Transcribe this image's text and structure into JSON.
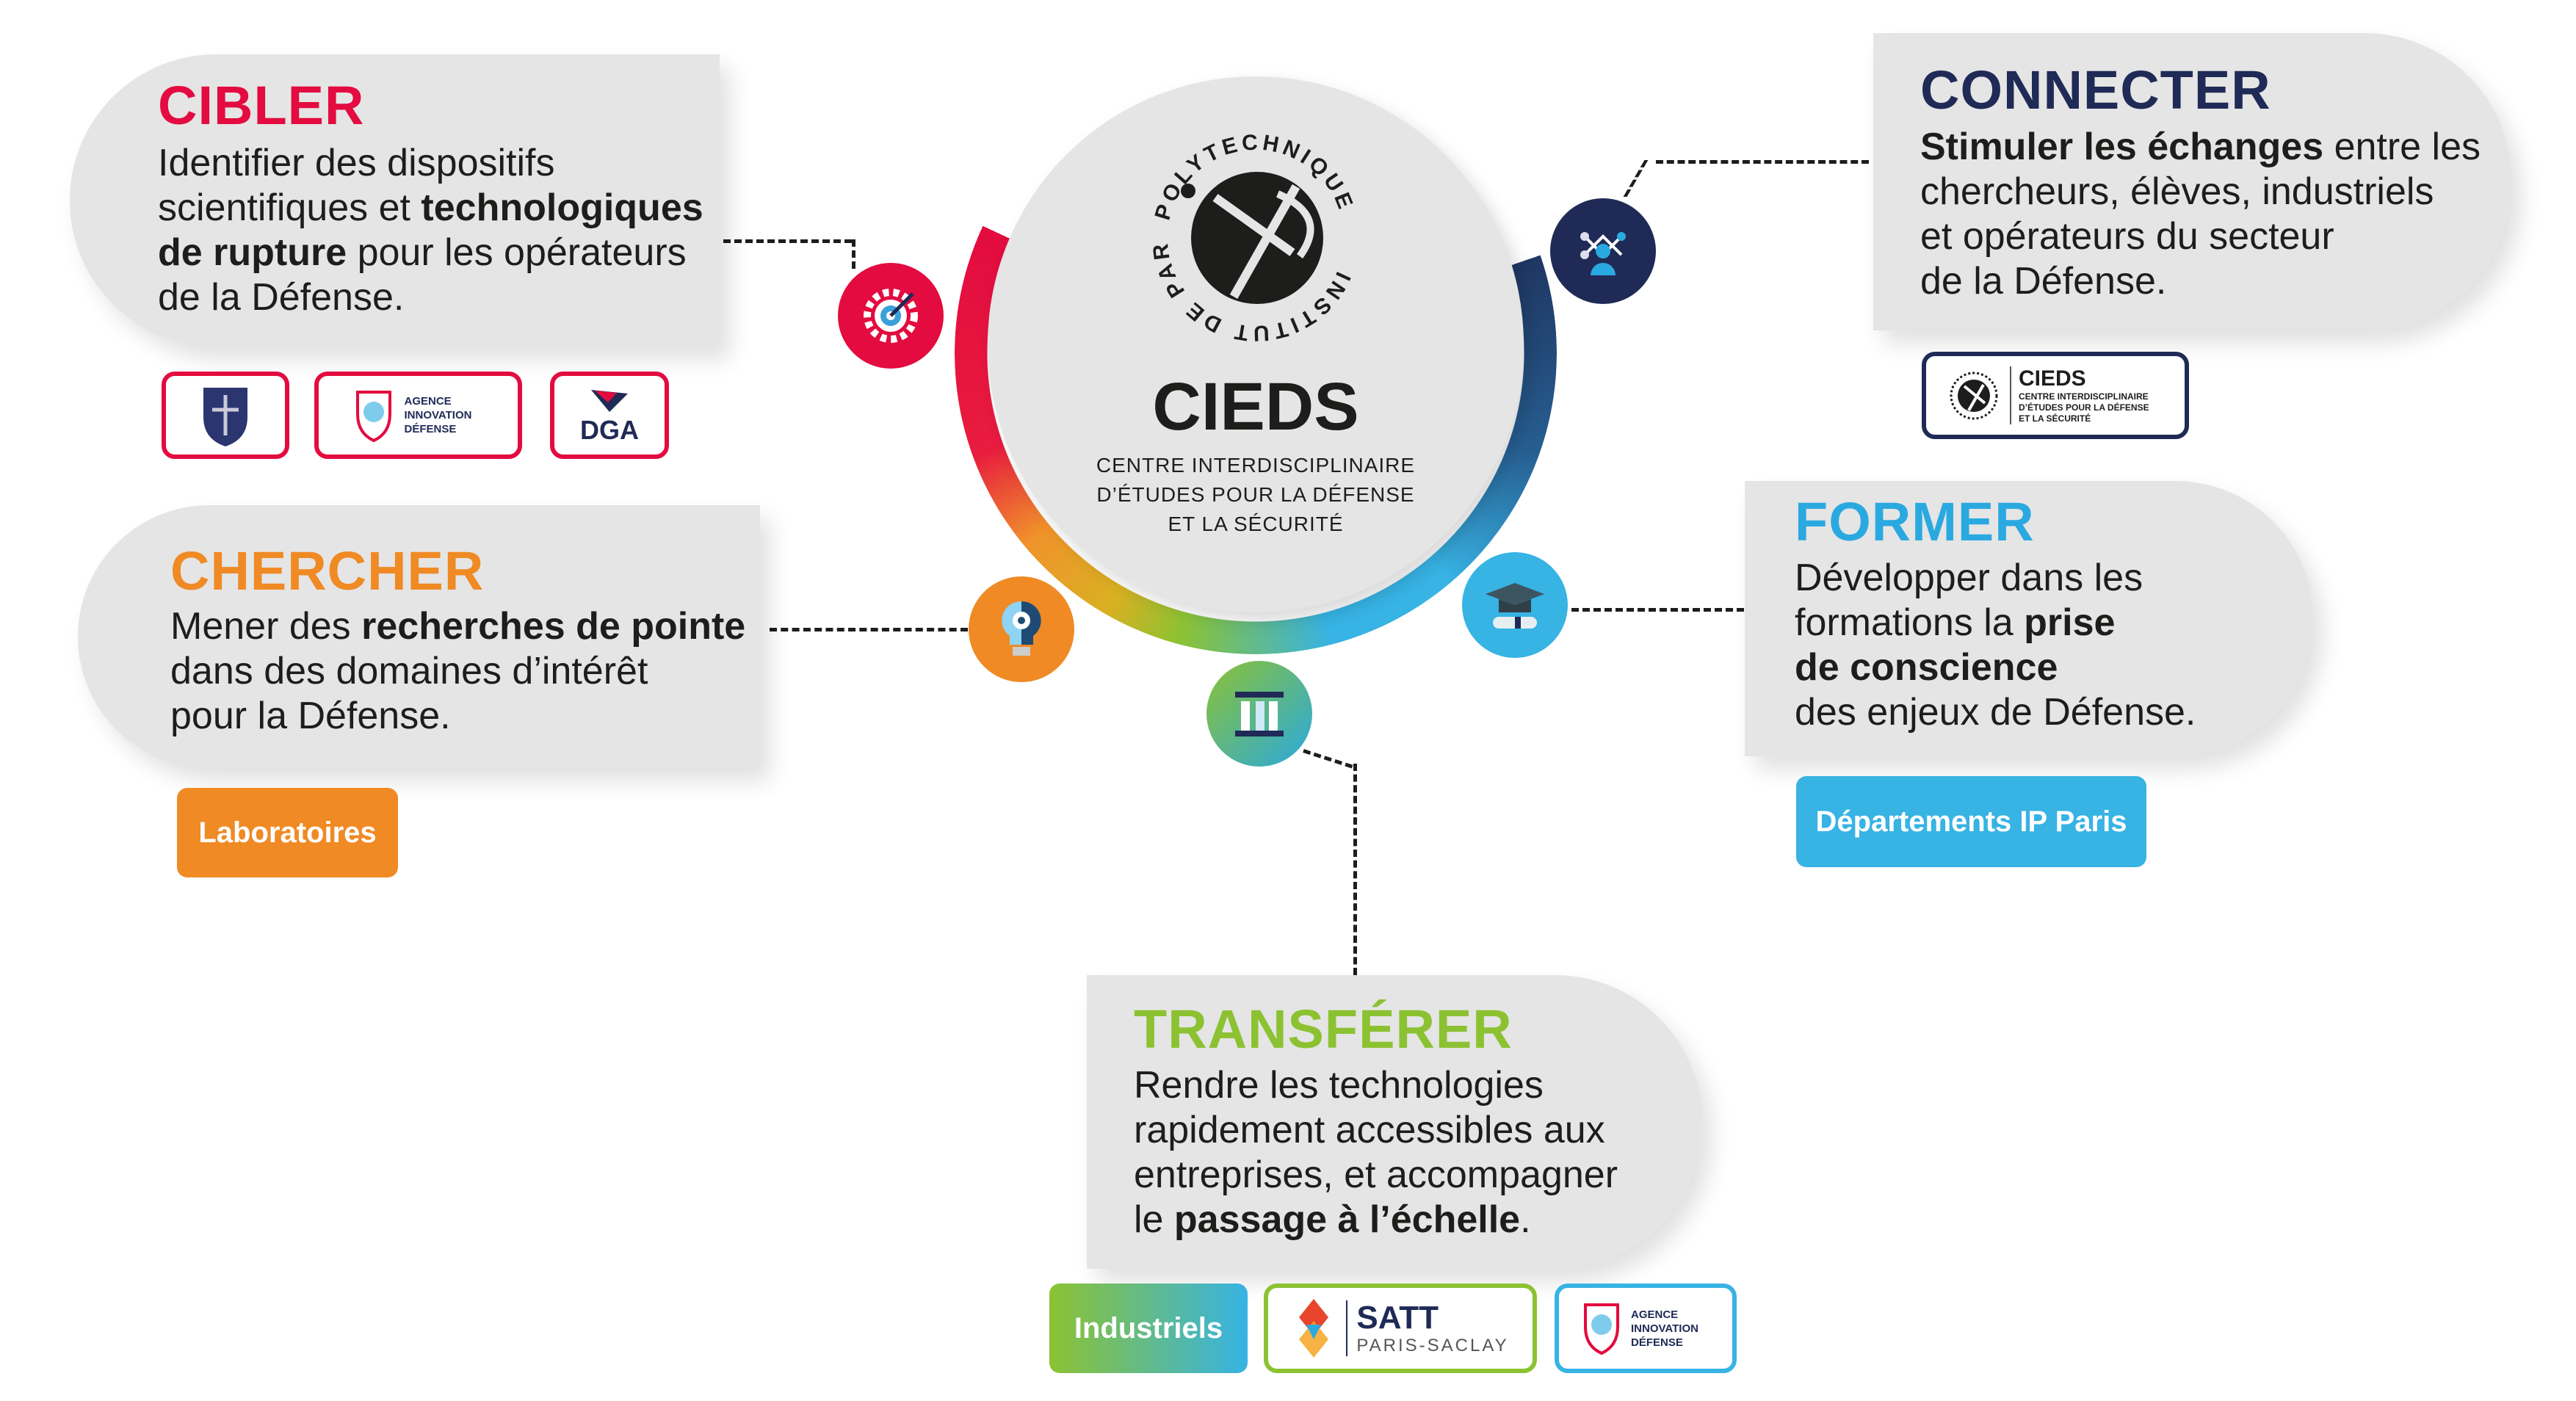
{
  "center": {
    "logo_text": "INSTITUT POLYTECHNIQUE DE PARIS",
    "title": "CIEDS",
    "subtitle_lines": [
      "CENTRE INTERDISCIPLINAIRE",
      "D’ÉTUDES POUR LA DÉFENSE",
      "ET LA SÉCURITÉ"
    ]
  },
  "cibler": {
    "title": "CIBLER",
    "color": "#e30b3f",
    "body": [
      [
        "Identifier des dispositifs",
        ""
      ],
      [
        "scientifiques et ",
        "technologiques"
      ],
      [
        "",
        "de rupture",
        " pour les opérateurs"
      ],
      [
        "de la Défense.",
        ""
      ]
    ],
    "logos": [
      "Ministère des Armées",
      "AGENCE INNOVATION DÉFENSE",
      "DGA"
    ]
  },
  "chercher": {
    "title": "CHERCHER",
    "color": "#f08a24",
    "button": "Laboratoires"
  },
  "connecter": {
    "title": "CONNECTER",
    "color": "#1f2a56",
    "logo": {
      "title": "CIEDS",
      "lines": [
        "CENTRE INTERDISCIPLINAIRE",
        "D’ÉTUDES POUR LA DÉFENSE",
        "ET LA SÉCURITÉ"
      ]
    }
  },
  "former": {
    "title": "FORMER",
    "color": "#2aa9e0",
    "button": "Départements IP Paris"
  },
  "transferer": {
    "title": "TRANSFÉRER",
    "color": "#8cc232",
    "buttons": {
      "industriels": "Industriels",
      "satt": "SATT",
      "satt_sub": "PARIS-SACLAY",
      "aid": "AGENCE INNOVATION DÉFENSE"
    }
  },
  "texts": {
    "cibler_1": "Identifier des dispositifs",
    "cibler_2a": "scientifiques et ",
    "cibler_2b": "technologiques",
    "cibler_3a": "de rupture",
    "cibler_3b": " pour les opérateurs",
    "cibler_4": "de la Défense.",
    "chercher_1a": "Mener des ",
    "chercher_1b": "recherches de pointe",
    "chercher_2": "dans des domaines d’intérêt",
    "chercher_3": "pour la Défense.",
    "connecter_1a": "Stimuler les échanges",
    "connecter_1b": " entre les",
    "connecter_2": "chercheurs, élèves, industriels",
    "connecter_3": "et opérateurs du secteur",
    "connecter_4": "de la Défense.",
    "former_1": "Développer dans les",
    "former_2a": "formations la ",
    "former_2b": "prise",
    "former_3": "de conscience",
    "former_4": "des enjeux de Défense.",
    "transferer_1": "Rendre les technologies",
    "transferer_2": "rapidement accessibles aux",
    "transferer_3": "entreprises, et accompagner",
    "transferer_4a": "le ",
    "transferer_4b": "passage à l’échelle",
    "transferer_4c": "."
  },
  "icons": [
    "target-gear-icon",
    "lightbulb-gear-icon",
    "lab-transfer-icon",
    "graduation-cap-icon",
    "network-people-icon"
  ]
}
